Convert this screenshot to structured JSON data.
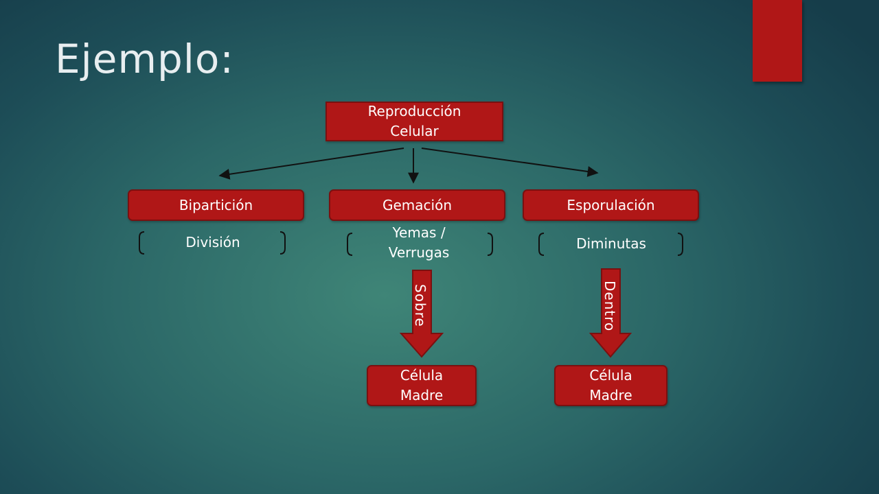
{
  "slide": {
    "title": "Ejemplo:",
    "accent_color": "#b01717"
  },
  "diagram": {
    "root": {
      "label": "Reproducción\nCelular"
    },
    "processes": [
      {
        "label": "Bipartición",
        "description": "División"
      },
      {
        "label": "Gemación",
        "description": "Yemas /\nVerrugas"
      },
      {
        "label": "Esporulación",
        "description": "Diminutas"
      }
    ],
    "arrows": [
      {
        "label": "Sobre"
      },
      {
        "label": "Dentro"
      }
    ],
    "results": [
      {
        "label": "Célula\nMadre"
      },
      {
        "label": "Célula\nMadre"
      }
    ]
  }
}
